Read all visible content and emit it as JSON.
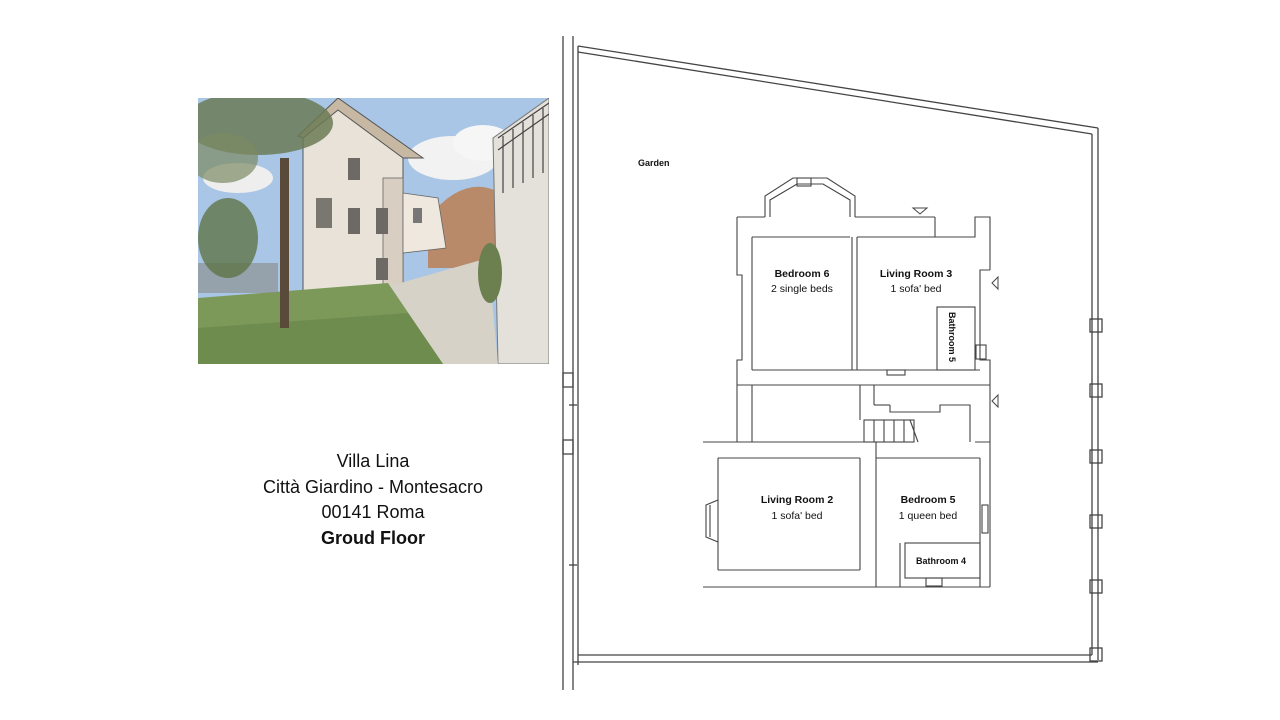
{
  "photo": {
    "icon": "villa-garden-photo"
  },
  "caption": {
    "line1": "Villa Lina",
    "line2": "Città Giardino  - Montesacro",
    "line3": "00141 Roma",
    "line4": "Groud  Floor"
  },
  "plan": {
    "garden": "Garden",
    "bedroom6": {
      "title": "Bedroom 6",
      "sub": "2 single beds"
    },
    "living3": {
      "title": "Living Room 3",
      "sub": "1 sofa' bed"
    },
    "bathroom5": "Bathroom 5",
    "living2": {
      "title": "Living Room 2",
      "sub": "1 sofa' bed"
    },
    "bedroom5": {
      "title": "Bedroom 5",
      "sub": "1 queen bed"
    },
    "bathroom4": "Bathroom 4"
  },
  "colors": {
    "line": "#444444",
    "sky": "#9fbfe0",
    "grass": "#7f9a5e",
    "wall": "#e6e2dc"
  }
}
